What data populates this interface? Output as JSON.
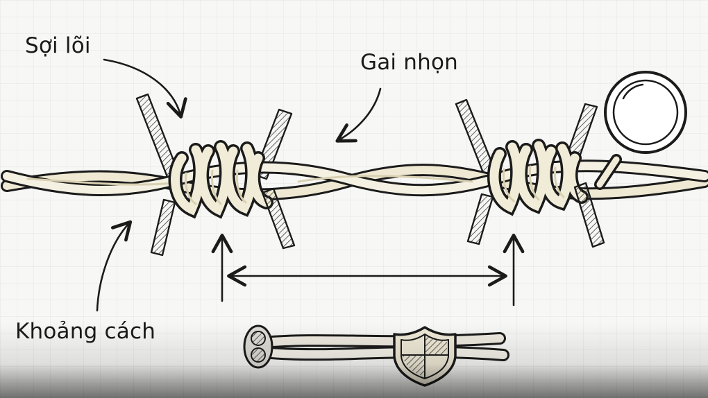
{
  "labels": {
    "core_wire": "Sợi lõi",
    "barb": "Gai nhọn",
    "spacing": "Khoảng cách"
  },
  "icons": [
    "magnifier-icon",
    "shield-icon"
  ],
  "colors": {
    "ink": "#1b1b1b",
    "wire_fill": "#f1ecd8",
    "wire_shadow": "#d9d0b2",
    "grid": "#e4e4e2",
    "background": "#f7f7f5"
  }
}
